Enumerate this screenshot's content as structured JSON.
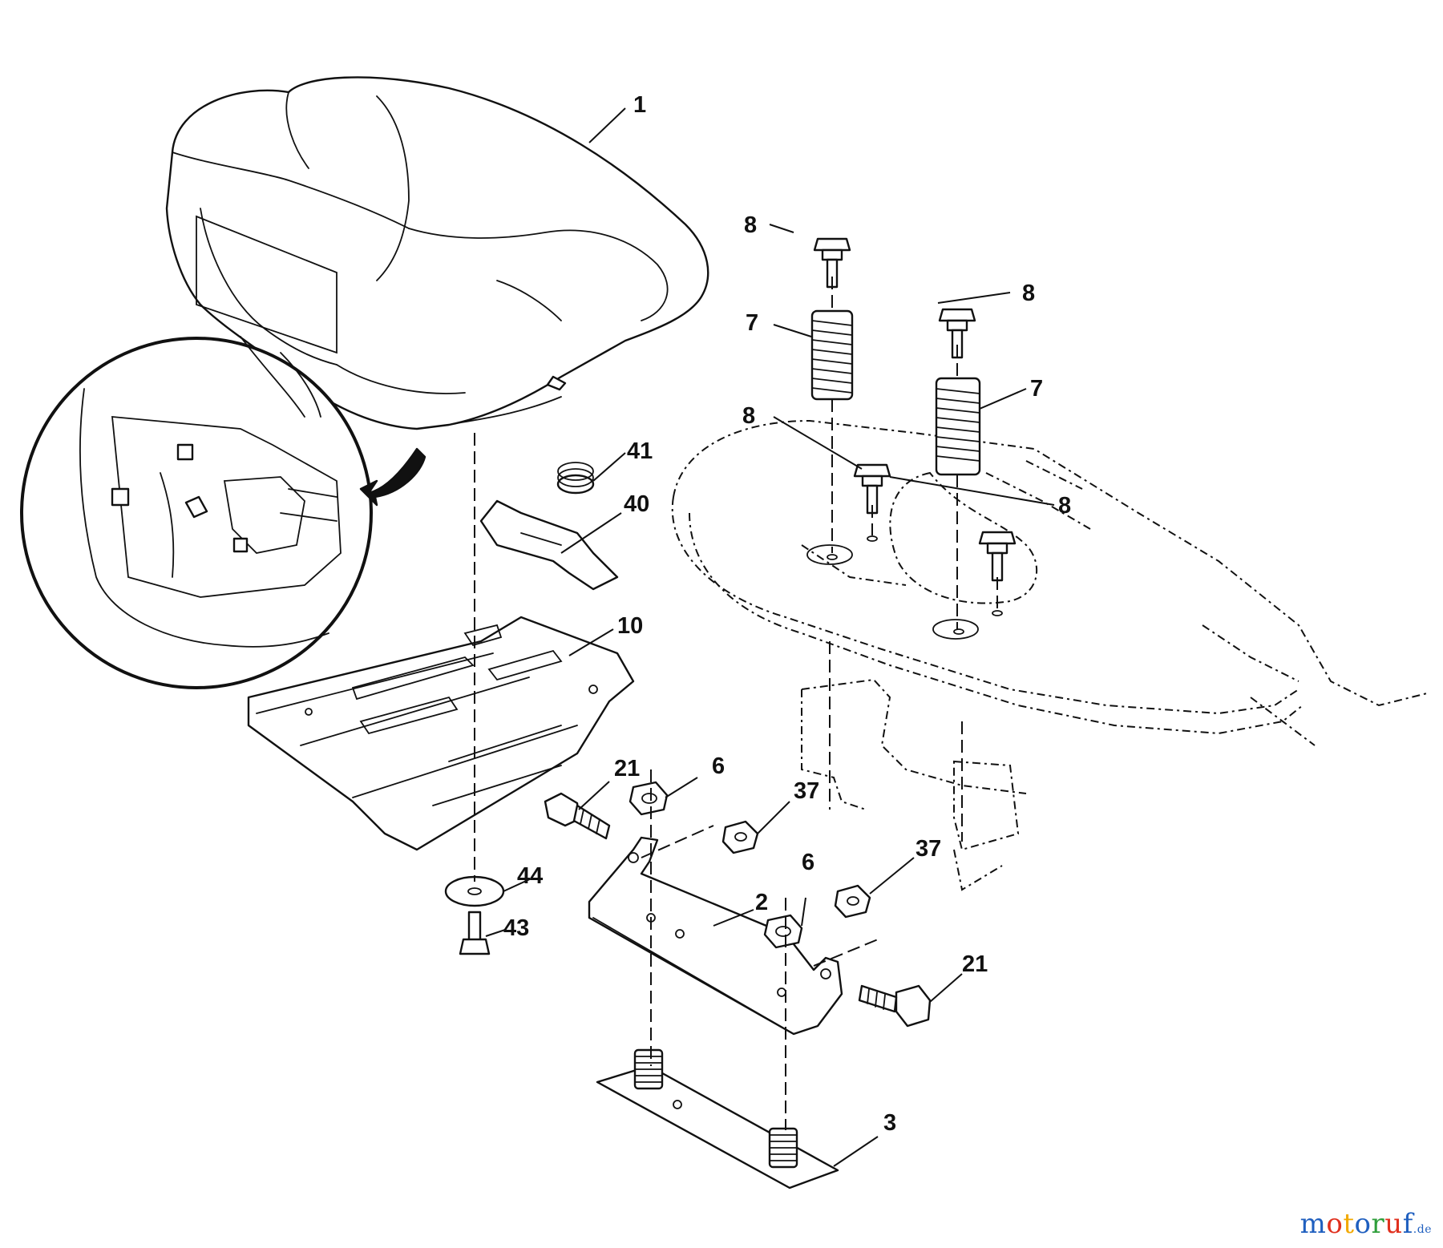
{
  "diagram": {
    "callouts": [
      {
        "id": "c1",
        "label": "1"
      },
      {
        "id": "c8a",
        "label": "8"
      },
      {
        "id": "c7a",
        "label": "7"
      },
      {
        "id": "c8b",
        "label": "8"
      },
      {
        "id": "c8c",
        "label": "8"
      },
      {
        "id": "c7b",
        "label": "7"
      },
      {
        "id": "c8d",
        "label": "8"
      },
      {
        "id": "c41",
        "label": "41"
      },
      {
        "id": "c40",
        "label": "40"
      },
      {
        "id": "c10",
        "label": "10"
      },
      {
        "id": "c21a",
        "label": "21"
      },
      {
        "id": "c6a",
        "label": "6"
      },
      {
        "id": "c37a",
        "label": "37"
      },
      {
        "id": "c37b",
        "label": "37"
      },
      {
        "id": "c6b",
        "label": "6"
      },
      {
        "id": "c2",
        "label": "2"
      },
      {
        "id": "c44",
        "label": "44"
      },
      {
        "id": "c43",
        "label": "43"
      },
      {
        "id": "c21b",
        "label": "21"
      },
      {
        "id": "c3",
        "label": "3"
      }
    ]
  },
  "watermark": {
    "letters": [
      {
        "ch": "m",
        "color": "#1f5fbf"
      },
      {
        "ch": "o",
        "color": "#e0301e"
      },
      {
        "ch": "t",
        "color": "#f2a900"
      },
      {
        "ch": "o",
        "color": "#1f5fbf"
      },
      {
        "ch": "r",
        "color": "#2e9e3a"
      },
      {
        "ch": "u",
        "color": "#e0301e"
      },
      {
        "ch": "f",
        "color": "#1f5fbf"
      }
    ],
    "tld": ".de"
  }
}
